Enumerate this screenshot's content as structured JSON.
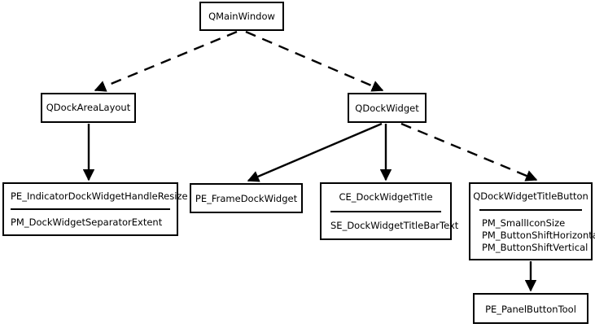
{
  "diagram": {
    "type": "class-hierarchy",
    "background_color": "#ffffff",
    "line_color": "#000000",
    "nodes": [
      {
        "id": "qmainwindow",
        "title": "QMainWindow",
        "attributes": []
      },
      {
        "id": "qdockarealayout",
        "title": "QDockAreaLayout",
        "attributes": []
      },
      {
        "id": "qdockwidget",
        "title": "QDockWidget",
        "attributes": []
      },
      {
        "id": "pe_indicator",
        "title": "PE_IndicatorDockWidgetHandleResize",
        "attributes": [
          "PM_DockWidgetSeparatorExtent"
        ]
      },
      {
        "id": "pe_frame",
        "title": "PE_FrameDockWidget",
        "attributes": []
      },
      {
        "id": "ce_title",
        "title": "CE_DockWidgetTitle",
        "attributes": [
          "SE_DockWidgetTitleBarText"
        ]
      },
      {
        "id": "qdwtb",
        "title": "QDockWidgetTitleButton",
        "attributes": [
          "PM_SmallIconSize",
          "PM_ButtonShiftHorizontal",
          "PM_ButtonShiftVertical"
        ]
      },
      {
        "id": "pe_panelbuttontool",
        "title": "PE_PanelButtonTool",
        "attributes": []
      }
    ],
    "edges": [
      {
        "from": "qmainwindow",
        "to": "qdockarealayout",
        "style": "dashed",
        "arrow": "filled"
      },
      {
        "from": "qmainwindow",
        "to": "qdockwidget",
        "style": "dashed",
        "arrow": "filled"
      },
      {
        "from": "qdockarealayout",
        "to": "pe_indicator",
        "style": "solid",
        "arrow": "filled"
      },
      {
        "from": "qdockwidget",
        "to": "pe_frame",
        "style": "solid",
        "arrow": "filled"
      },
      {
        "from": "qdockwidget",
        "to": "ce_title",
        "style": "solid",
        "arrow": "filled"
      },
      {
        "from": "qdockwidget",
        "to": "qdwtb",
        "style": "dashed",
        "arrow": "filled"
      },
      {
        "from": "qdwtb",
        "to": "pe_panelbuttontool",
        "style": "solid",
        "arrow": "filled"
      }
    ]
  }
}
